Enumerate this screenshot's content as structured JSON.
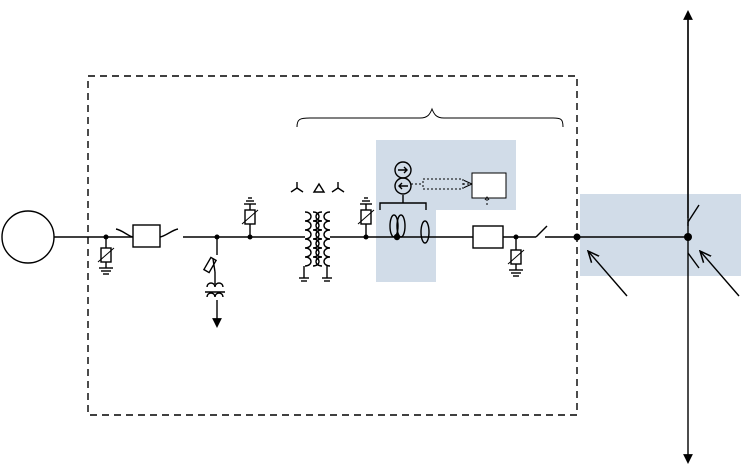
{
  "diagram": {
    "type": "single-line electrical schematic",
    "colors": {
      "line": "#000000",
      "highlight": "#d1dce8",
      "background": "#ffffff"
    },
    "symbols": [
      "generator-circle",
      "surge-arrester",
      "reactor-box",
      "fused-voltage-transformer",
      "star-delta-transformer",
      "current-transformer-group",
      "control-box",
      "circuit-breaker-box",
      "disconnect-switch",
      "grid-busbar"
    ]
  }
}
